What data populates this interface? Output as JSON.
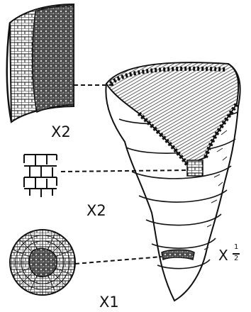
{
  "figure": {
    "labels": {
      "top_section": "X2",
      "wall_detail": "X2",
      "cross_section": "X1",
      "cone_prefix": "X",
      "cone_num": "1",
      "cone_den": "2"
    },
    "colors": {
      "ink": "#111111",
      "paper": "#ffffff",
      "dark_fill": "#3a3a3a",
      "shade": "#5a5a5a"
    },
    "icons": [
      "cone-fossil",
      "cross-section-disc",
      "wall-section",
      "cell-grid-detail"
    ]
  }
}
